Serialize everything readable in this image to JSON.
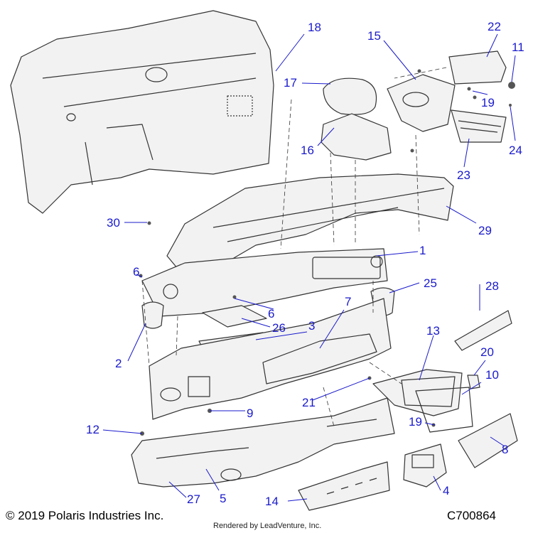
{
  "diagram": {
    "callout_color": "#1a1acc",
    "line_color": "#1a1acc",
    "part_stroke": "#333333",
    "part_fill": "#f2f2f2",
    "callouts": {
      "c1": "1",
      "c2": "2",
      "c3": "3",
      "c4": "4",
      "c5": "5",
      "c6a": "6",
      "c6b": "6",
      "c7": "7",
      "c8": "8",
      "c9": "9",
      "c10": "10",
      "c11": "11",
      "c12": "12",
      "c13": "13",
      "c14": "14",
      "c15": "15",
      "c16": "16",
      "c17": "17",
      "c18": "18",
      "c19a": "19",
      "c19b": "19",
      "c20": "20",
      "c21": "21",
      "c22": "22",
      "c23": "23",
      "c24": "24",
      "c25": "25",
      "c26": "26",
      "c27": "27",
      "c28": "28",
      "c29": "29",
      "c30": "30"
    }
  },
  "footer": {
    "copyright": "© 2019 Polaris Industries Inc.",
    "drawing_number": "C700864",
    "rendered_by": "Rendered by LeadVenture, Inc."
  }
}
